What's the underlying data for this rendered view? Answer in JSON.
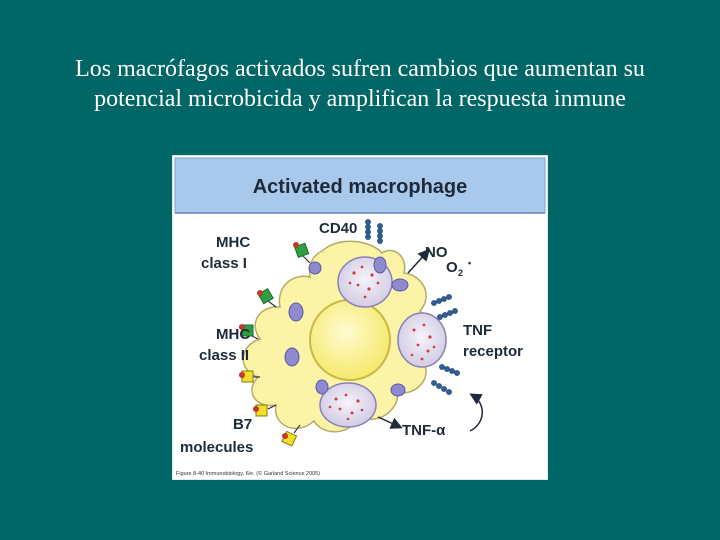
{
  "slide": {
    "title_line1": "Los macrófagos activados sufren cambios que aumentan su",
    "title_line2": "potencial microbicida y amplifican la respuesta inmune"
  },
  "figure": {
    "header": "Activated macrophage",
    "labels": {
      "cd40": "CD40",
      "mhc_class_i_line1": "MHC",
      "mhc_class_i_line2": "class I",
      "no": "NO",
      "o2": "O",
      "o2_sub": "2",
      "o2_sup": "•",
      "mhc_class_ii_line1": "MHC",
      "mhc_class_ii_line2": "class II",
      "tnf_receptor_line1": "TNF",
      "tnf_receptor_line2": "receptor",
      "b7_line1": "B7",
      "b7_line2": "molecules",
      "tnf_alpha": "TNF-α"
    },
    "caption": "Figure 8-40 Immunobiology, 6/e. (© Garland Science 2005)"
  },
  "colors": {
    "background": "#006666",
    "header_bg": "#a9c9ec",
    "cell_fill": "#fbf3a6",
    "nucleus_fill": "#fff8a0",
    "granule_fill": "#ebe9f3",
    "receptor_blue": "#2f5f9a",
    "mhc1_green": "#2ea043",
    "mhc2_yellow": "#f2df2a"
  }
}
